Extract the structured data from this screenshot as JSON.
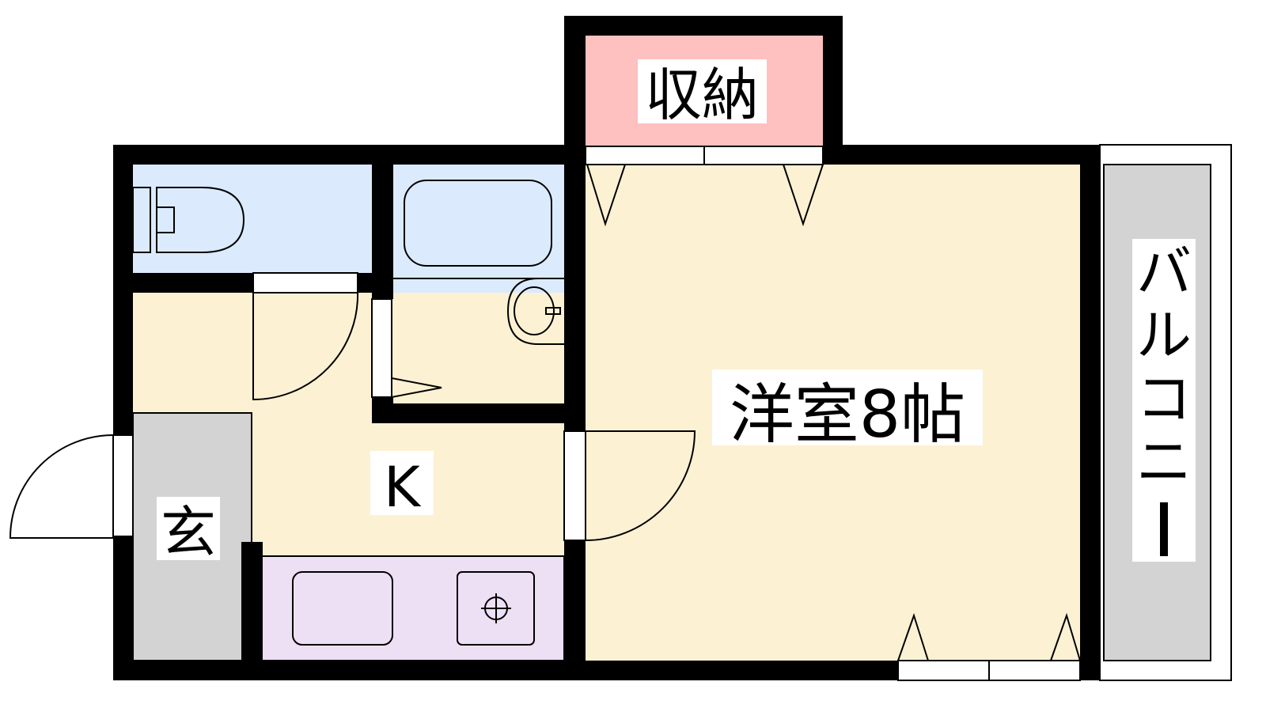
{
  "rooms": {
    "storage": {
      "label": "収納",
      "color": "#ffc0c0"
    },
    "western_room": {
      "label": "洋室8帖",
      "color": "#fdf1d3"
    },
    "kitchen": {
      "label": "K",
      "color": "#fdf1d3"
    },
    "entrance": {
      "label": "玄",
      "color": "#d3d3d3"
    },
    "balcony": {
      "label_chars": [
        "バ",
        "ル",
        "コ",
        "ニ",
        "ー"
      ],
      "color": "#d3d3d3"
    },
    "toilet": {
      "color": "#dbeafc"
    },
    "bath": {
      "color": "#dbeafc"
    },
    "counter": {
      "color": "#ede0f5"
    }
  },
  "wall_color": "#000000"
}
